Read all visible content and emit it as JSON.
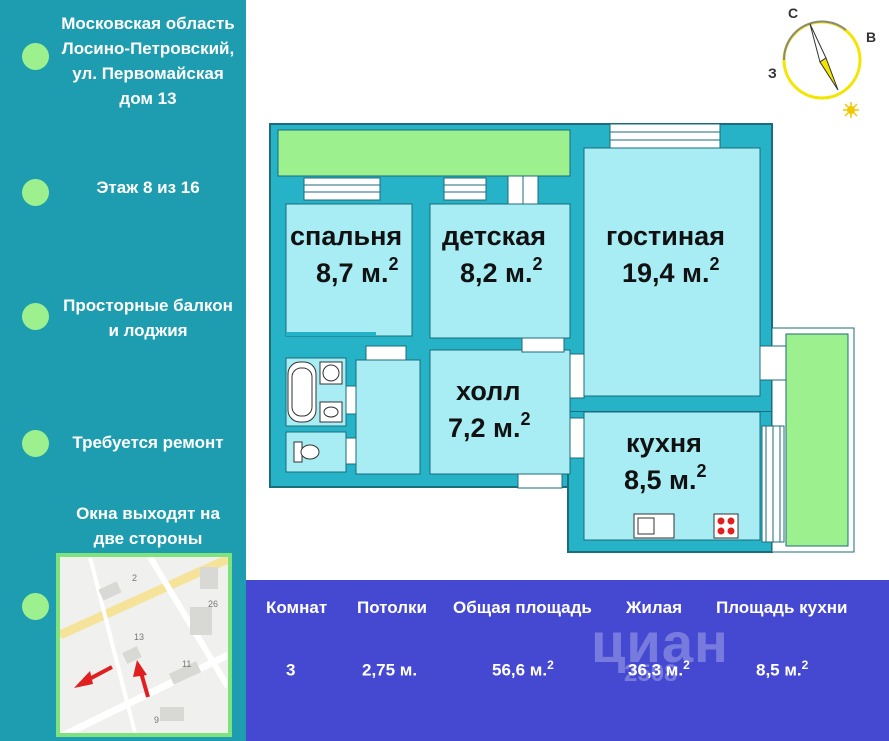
{
  "sidebar": {
    "address": [
      "Московская область",
      "Лосино-Петровский,",
      "ул. Первомайская",
      "дом 13"
    ],
    "floor": "Этаж  8 из 16",
    "balcony": [
      "Просторные балкон",
      "и лоджия"
    ],
    "repair": "Требуется ремонт",
    "windows": [
      "Окна выходят на",
      "две стороны"
    ]
  },
  "minimap": {
    "labels": [
      "2",
      "26",
      "13",
      "11",
      "9"
    ]
  },
  "compass": {
    "north": "С",
    "east": "В",
    "west": "З"
  },
  "rooms": {
    "bedroom": {
      "name": "спальня",
      "area": "8,7 м.",
      "sup": "2"
    },
    "kids": {
      "name": "детская",
      "area": "8,2 м.",
      "sup": "2"
    },
    "living": {
      "name": "гостиная",
      "area": "19,4 м.",
      "sup": "2"
    },
    "hall": {
      "name": "холл",
      "area": "7,2 м.",
      "sup": "2"
    },
    "kitchen": {
      "name": "кухня",
      "area": "8,5 м.",
      "sup": "2"
    }
  },
  "info": {
    "headers": [
      "Комнат",
      "Потолки",
      "Общая площадь",
      "Жилая",
      "Площадь кухни"
    ],
    "values": [
      {
        "text": "3",
        "sup": ""
      },
      {
        "text": "2,75 м.",
        "sup": ""
      },
      {
        "text": "56,6 м.",
        "sup": "2"
      },
      {
        "text": "36,3 м.",
        "sup": "2"
      },
      {
        "text": "8,5 м.",
        "sup": "2"
      }
    ],
    "watermark": "циан",
    "watermark_phone": "2508"
  },
  "colors": {
    "sidebar": "#1e9db0",
    "wall": "#26b3c8",
    "room": "#a8ecf4",
    "balcony": "#9cf08e",
    "infobar": "#4549d1",
    "bullet": "#9cf08e",
    "compass": "#f2e600"
  }
}
